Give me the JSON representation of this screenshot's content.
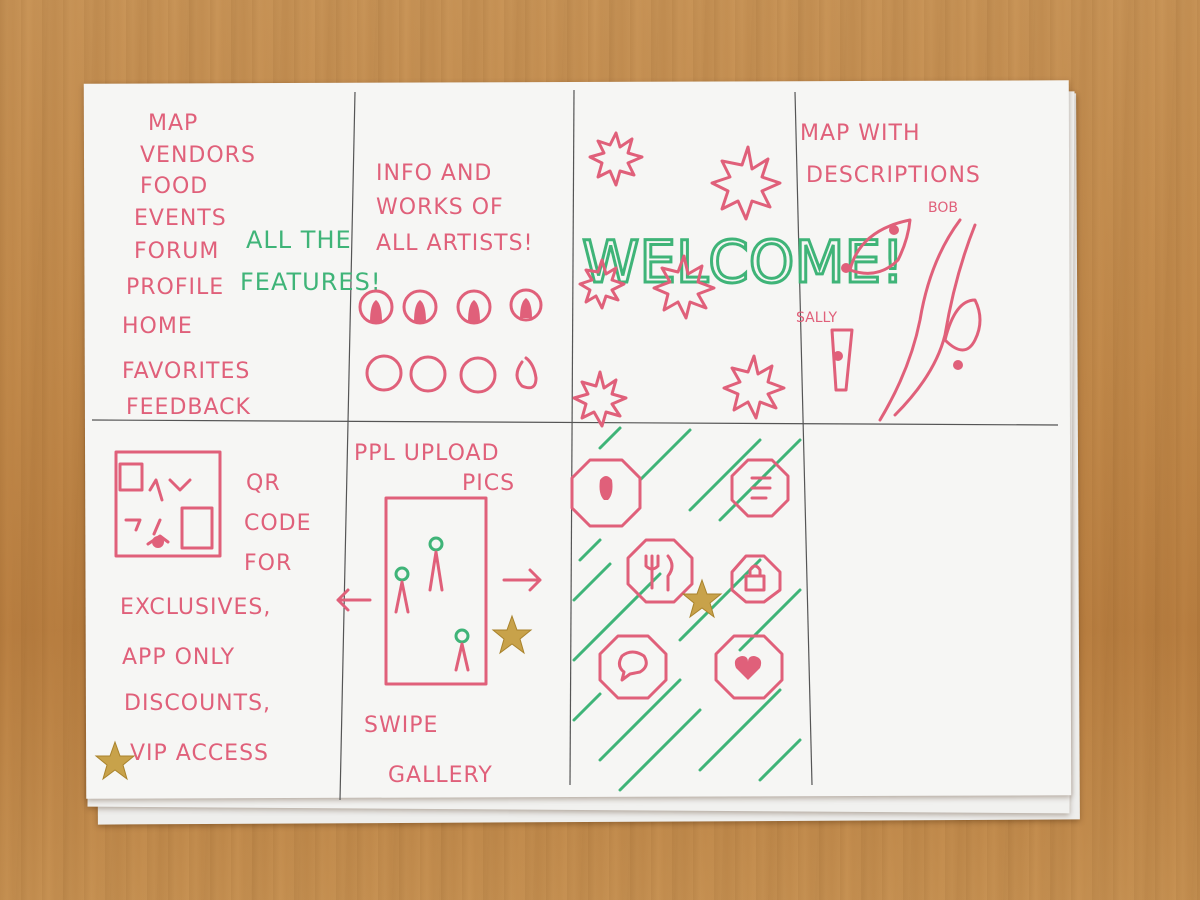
{
  "panel1": {
    "menu_items": [
      "MAP",
      "VENDORS",
      "FOOD",
      "EVENTS",
      "FORUM",
      "PROFILE",
      "HOME",
      "FAVORITES",
      "FEEDBACK"
    ],
    "caption_line1": "ALL THE",
    "caption_line2": "FEATURES!"
  },
  "panel2": {
    "line1": "INFO AND",
    "line2": "WORKS OF",
    "line3": "ALL ARTISTS!"
  },
  "panel3": {
    "welcome": "WELCOME!"
  },
  "panel4": {
    "line1": "MAP WITH",
    "line2": "DESCRIPTIONS",
    "label_bob": "BOB",
    "label_sally": "SALLY"
  },
  "panel5": {
    "qr_line1": "QR",
    "qr_line2": "CODE",
    "qr_line3": "FOR",
    "line1": "EXCLUSIVES,",
    "line2": "APP ONLY",
    "line3": "DISCOUNTS,",
    "line4": "VIP ACCESS"
  },
  "panel6": {
    "top_line1": "PPL UPLOAD",
    "top_line2": "PICS",
    "bottom_line1": "SWIPE",
    "bottom_line2": "GALLERY"
  },
  "panel7": {
    "icons": [
      "lightbulb-icon",
      "menu-lines-icon",
      "fork-knife-icon",
      "lock-icon",
      "chat-bubble-icon",
      "heart-icon"
    ]
  },
  "colors": {
    "red_ink": "#e0607a",
    "green_ink": "#3fb478",
    "gold_star": "#c8a24a",
    "wood": "#c28a4b"
  }
}
